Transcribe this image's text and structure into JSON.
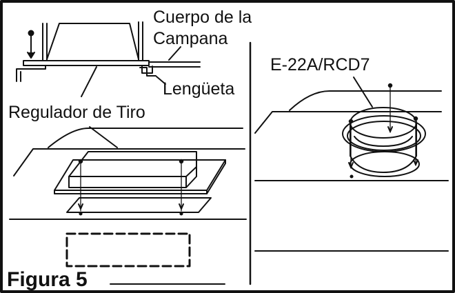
{
  "labels": {
    "hood_body_line1": "Cuerpo de la",
    "hood_body_line2": "Campana",
    "tab": "Lengüeta",
    "damper": "Regulador de Tiro",
    "model": "E-22A/RCD7",
    "figure": "Figura 5"
  },
  "colors": {
    "ink": "#111111",
    "background": "#ffffff"
  }
}
